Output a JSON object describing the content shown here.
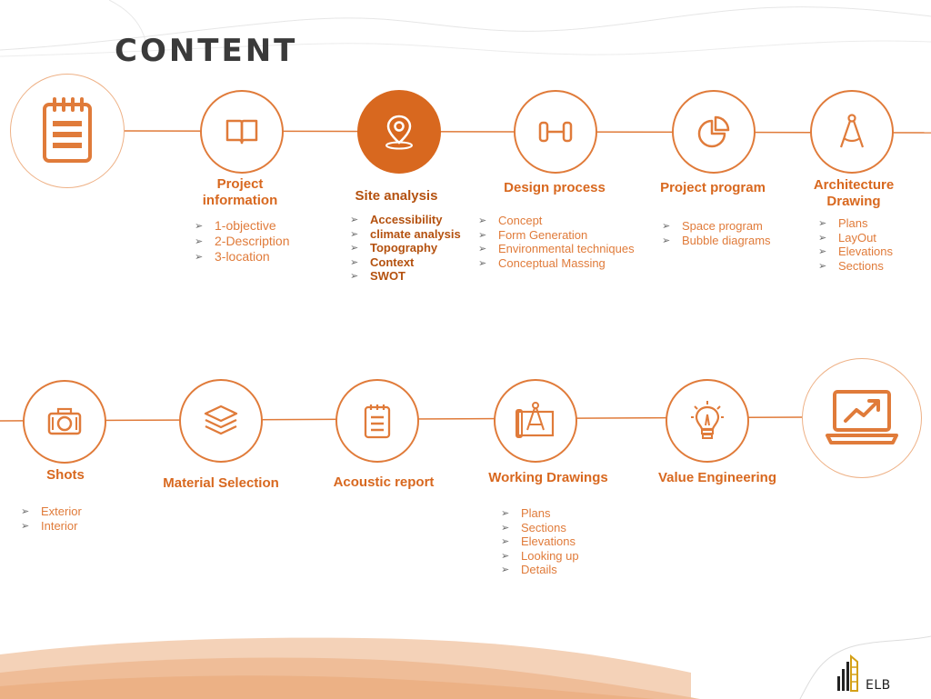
{
  "title": "CONTENT",
  "colors": {
    "accent": "#e07b3a",
    "accent_dark": "#d8681f",
    "accent_light": "#eeb186",
    "text_dark": "#3a3a3a"
  },
  "row1": [
    {
      "label": "Project\ninformation",
      "icon": "book-icon",
      "items": [
        "1-objective",
        "2-Description",
        " 3-location"
      ]
    },
    {
      "label": "Site analysis",
      "icon": "location-pin-icon",
      "items": [
        "Accessibility",
        "climate analysis",
        "Topography",
        "Context",
        "SWOT"
      ]
    },
    {
      "label": "Design process",
      "icon": "dumbbell-icon",
      "items": [
        "Concept",
        "Form Generation",
        "Environmental techniques",
        "Conceptual Massing"
      ]
    },
    {
      "label": "Project program",
      "icon": "pie-chart-icon",
      "items": [
        "Space program",
        " Bubble diagrams"
      ]
    },
    {
      "label": "Architecture\nDrawing",
      "icon": "compass-icon",
      "items": [
        "Plans",
        "LayOut",
        "Elevations",
        "Sections"
      ]
    }
  ],
  "row2": [
    {
      "label": "Shots",
      "icon": "camera-icon",
      "items": [
        "Exterior",
        "Interior"
      ]
    },
    {
      "label": "Material Selection",
      "icon": "layers-icon",
      "items": []
    },
    {
      "label": "Acoustic report",
      "icon": "notepad-icon",
      "items": []
    },
    {
      "label": "Working Drawings",
      "icon": "blueprint-icon",
      "items": [
        "Plans",
        "Sections",
        "Elevations",
        "Looking up",
        "Details"
      ]
    },
    {
      "label": "Value Engineering",
      "icon": "lightbulb-icon",
      "items": []
    }
  ],
  "start_icon": "notepad-icon",
  "end_icon": "laptop-chart-icon",
  "logo": {
    "text": "ELB",
    "icon": "building-logo-icon"
  }
}
